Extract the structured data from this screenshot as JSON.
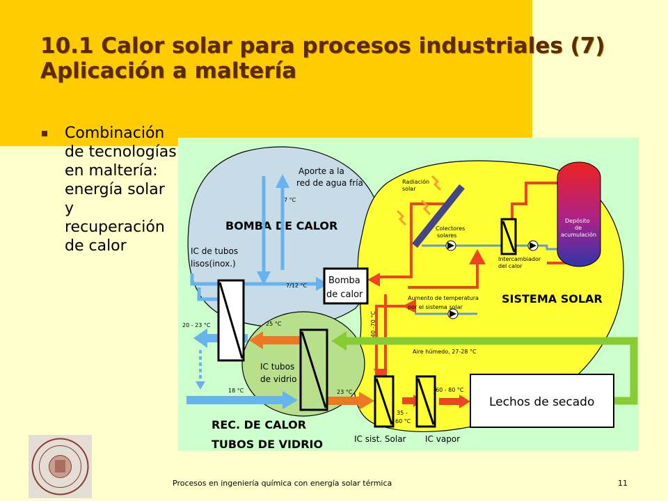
{
  "slide": {
    "title_line1": "10.1  Calor solar para procesos industriales (7)",
    "title_line2": "Aplicación a maltería",
    "bullet": "Combinación de tecnologías en maltería: energía solar y recuperación de calor",
    "footer": "Procesos en ingeniería química con energía solar térmica",
    "page_number": "11"
  },
  "diagram": {
    "heat_pump_title": "BOMBA DE CALOR",
    "solar_title": "SISTEMA SOLAR",
    "recovery_title_line1": "REC. DE CALOR",
    "recovery_title_line2": "TUBOS DE VIDRIO",
    "aporte_line1": "Aporte a la",
    "aporte_line2": "red de agua fría",
    "temp_7": "7 °C",
    "ic_tubos_lisos_line1": "IC de tubos",
    "ic_tubos_lisos_line2": "lisos(inox.)",
    "temp_7_12": "7/12 °C",
    "bomba_line1": "Bomba",
    "bomba_line2": "de calor",
    "temp_20_23": "20 - 23 °C",
    "temp_25": "25 °C",
    "ic_vidrio_line1": "IC tubos",
    "ic_vidrio_line2": "de vidrio",
    "temp_18": "18 °C",
    "temp_23": "23 °C",
    "radiacion_line1": "Radiación",
    "radiacion_line2": "solar",
    "colectores_line1": "Colectores",
    "colectores_line2": "solares",
    "deposito_line1": "Depósito",
    "deposito_line2": "de",
    "deposito_line3": "acumulación",
    "intercambiador_line1": "Intercambiador",
    "intercambiador_line2": "del calor",
    "aumento_line1": "Aumento de temperatura",
    "aumento_line2": "por el sistema solar",
    "temp_40_70": "40 -70 °C",
    "aire_humedo": "Aire húmedo, 27-28 °C",
    "temp_35_60_line1": "35 -",
    "temp_35_60_line2": "60 °C",
    "temp_60_80": "60 - 80 °C",
    "lechos": "Lechos de secado",
    "ic_solar": "IC sist. Solar",
    "ic_vapor": "IC vapor"
  },
  "colors": {
    "header": "#ffcc00",
    "background": "#ffffcc",
    "title": "#5c2a00",
    "diagram_background": "#ccffcc",
    "heat_pump_zone": "#c8dce8",
    "solar_zone": "#ffff33",
    "recovery_zone": "#b8e08c",
    "cold_flow": "#66b3ee",
    "hot_flow": "#ee4422",
    "warm_flow": "#ee7722",
    "air_flow": "#88cc33",
    "tank": "#cc2266"
  }
}
